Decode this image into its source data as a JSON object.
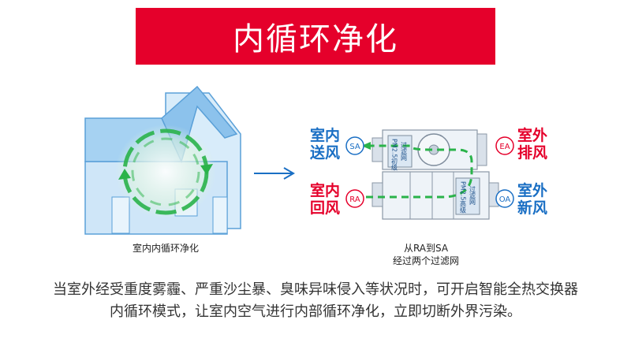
{
  "banner": {
    "title": "内循环净化"
  },
  "left_caption": "室内内循环净化",
  "right_caption": {
    "line1": "从RA到SA",
    "line2": "经过两个过滤网"
  },
  "labels": {
    "sa": {
      "line1": "室内",
      "line2": "送风",
      "badge": "SA"
    },
    "ra": {
      "line1": "室内",
      "line2": "回风",
      "badge": "RA"
    },
    "ea": {
      "line1": "室外",
      "line2": "排风",
      "badge": "EA"
    },
    "oa": {
      "line1": "室外",
      "line2": "新风",
      "badge": "OA"
    }
  },
  "filters": {
    "top": {
      "line1": "PM2.5初级",
      "line2": "过滤网"
    },
    "bottom": {
      "line1": "PM2.5高级",
      "line2": "过滤网"
    }
  },
  "description": {
    "line1": "当室外经受重度雾霾、严重沙尘暴、臭味异味侵入等状况时，可开启智能全热交换器",
    "line2": "内循环模式，让室内空气进行内部循环净化，立即切断外界污染。"
  },
  "colors": {
    "brand_red": "#e5002b",
    "blue": "#1a6fc4",
    "green": "#2ab34a",
    "house_blue": "#9fcdef"
  }
}
